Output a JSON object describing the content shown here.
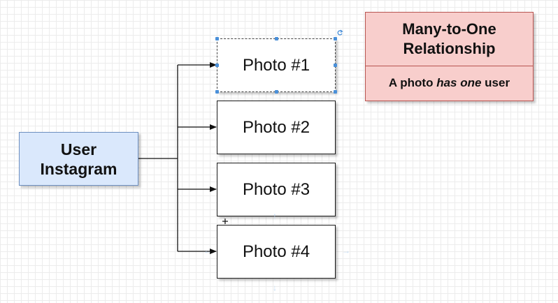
{
  "diagram": {
    "source": {
      "line1": "User",
      "line2": "Instagram"
    },
    "targets": [
      {
        "label": "Photo #1"
      },
      {
        "label": "Photo #2"
      },
      {
        "label": "Photo #3"
      },
      {
        "label": "Photo #4"
      }
    ],
    "note": {
      "title_line1": "Many-to-One",
      "title_line2": "Relationship",
      "body_prefix": "A photo ",
      "body_emphasis": "has one",
      "body_suffix": " user"
    },
    "colors": {
      "source_fill": "#dae8fc",
      "source_stroke": "#6c8ebf",
      "note_fill": "#f8cecc",
      "note_stroke": "#b85450",
      "selection_handle": "#4a90d9"
    },
    "selected_shape": "Photo #1"
  }
}
